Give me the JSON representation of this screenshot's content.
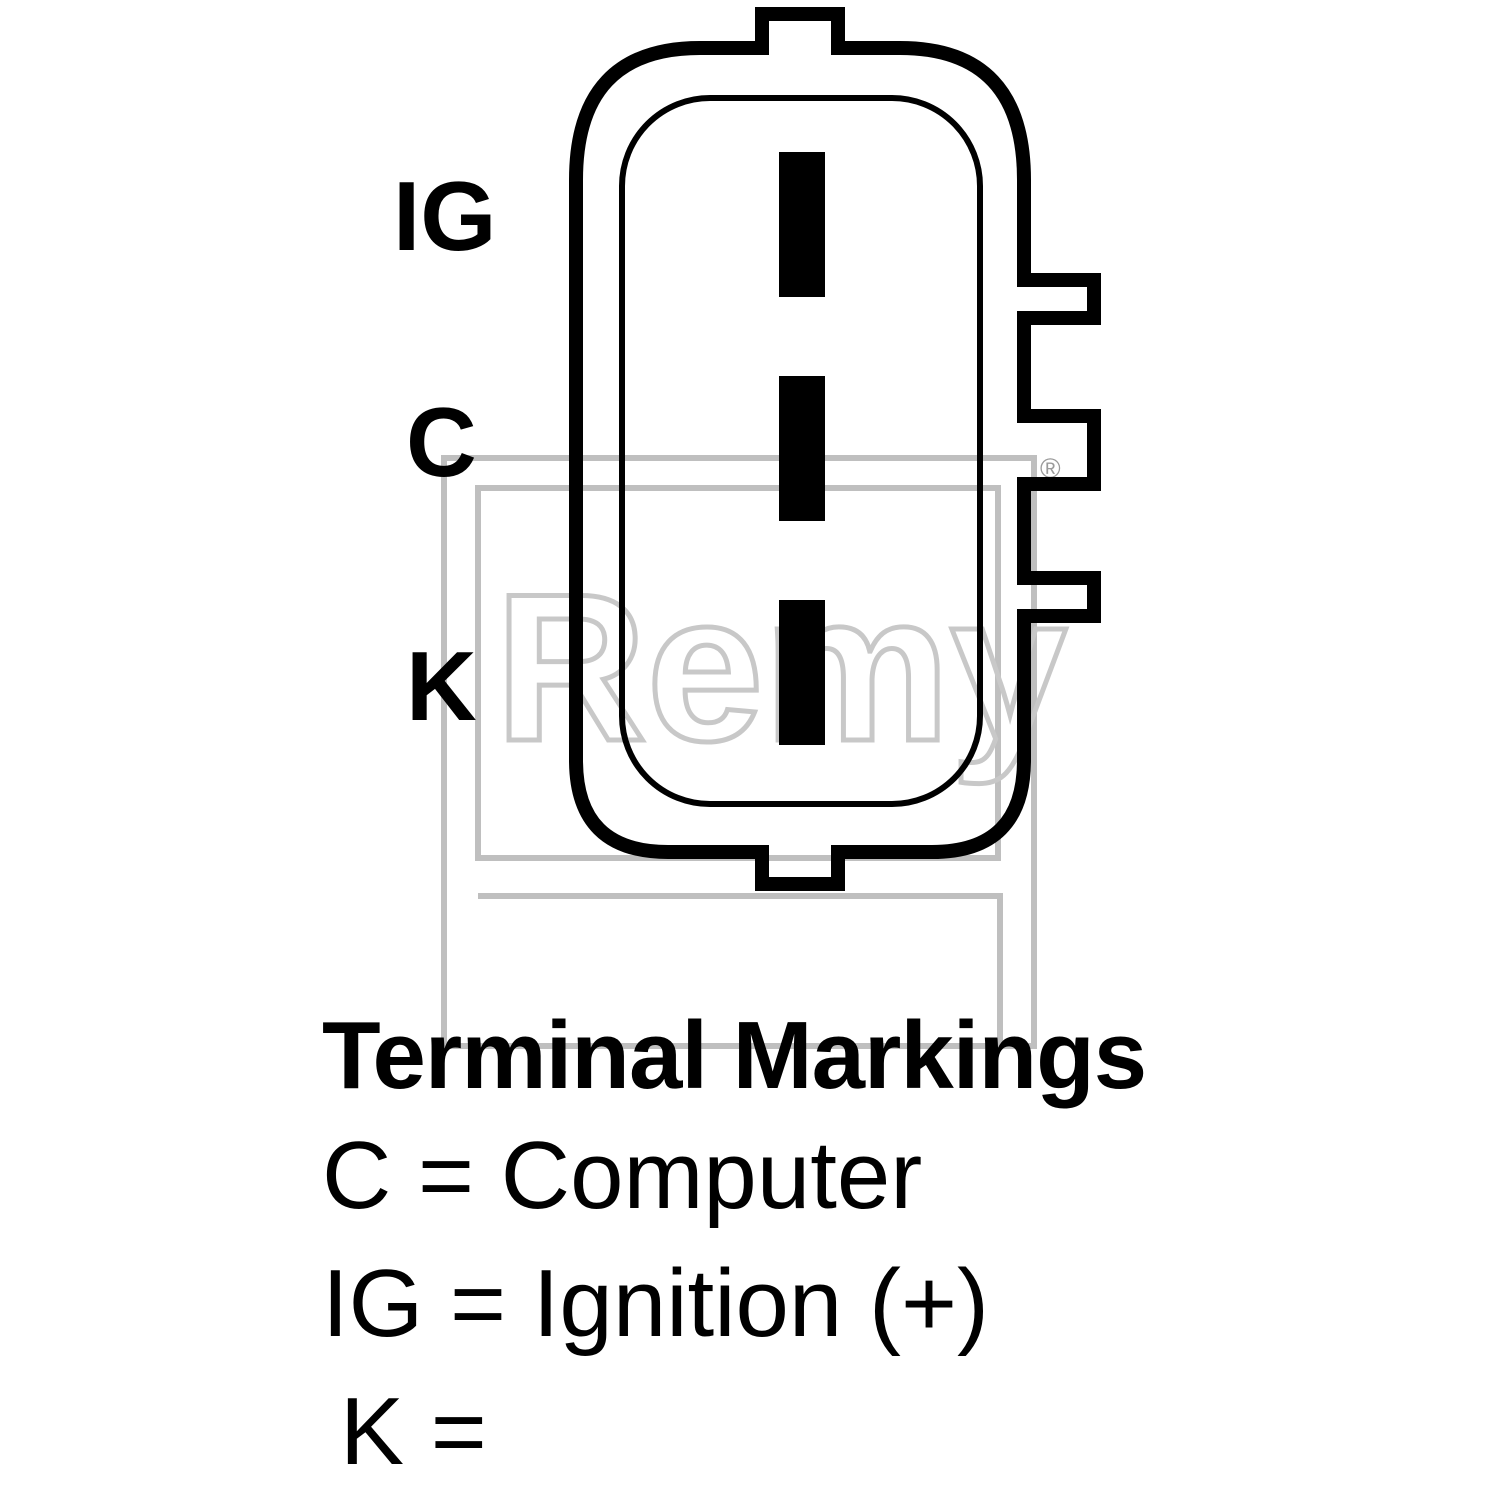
{
  "terminals": [
    {
      "code": "IG"
    },
    {
      "code": "C"
    },
    {
      "code": "K"
    }
  ],
  "legend": {
    "title": "Terminal Markings",
    "rows": [
      {
        "text": "C = Computer"
      },
      {
        "text": "IG = Ignition (+)"
      },
      {
        "text": "K ="
      }
    ]
  },
  "watermark": {
    "text": "Remy",
    "mark": "®"
  },
  "colors": {
    "ink": "#000000",
    "background": "#ffffff",
    "watermark": "#bfbfbf"
  }
}
